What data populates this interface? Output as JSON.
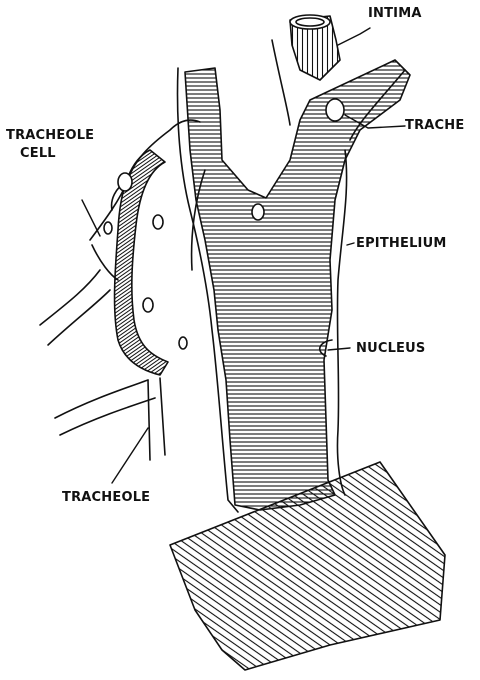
{
  "labels": {
    "intima": "INTIMA",
    "trachea": "TRACHE",
    "tracheole_cell_line1": "TRACHEOLE",
    "tracheole_cell_line2": "CELL",
    "epithelium": "EPITHELIUM",
    "nucleus": "NUCLEUS",
    "tracheole": "TRACHEOLE"
  },
  "colors": {
    "ink": "#111111",
    "paper": "#ffffff"
  }
}
